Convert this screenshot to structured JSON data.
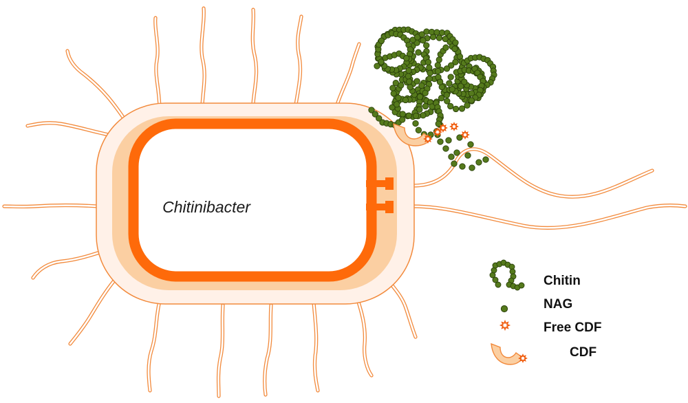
{
  "cell": {
    "label": "Chitinibacter"
  },
  "legend": {
    "chitin": "Chitin",
    "nag": "NAG",
    "free_cdf": "Free CDF",
    "cdf": "CDF"
  },
  "colors": {
    "inner_membrane": "#fe6a0a",
    "periplasm": "#fbcfa2",
    "outer_layer": "#fff1e8",
    "outline": "#f28a3c",
    "chitin_bead": "#557a1c",
    "chitin_bead_edge": "#2a400a",
    "cdf_fill": "#fbcfa2",
    "free_cdf": "#f05a0a"
  }
}
